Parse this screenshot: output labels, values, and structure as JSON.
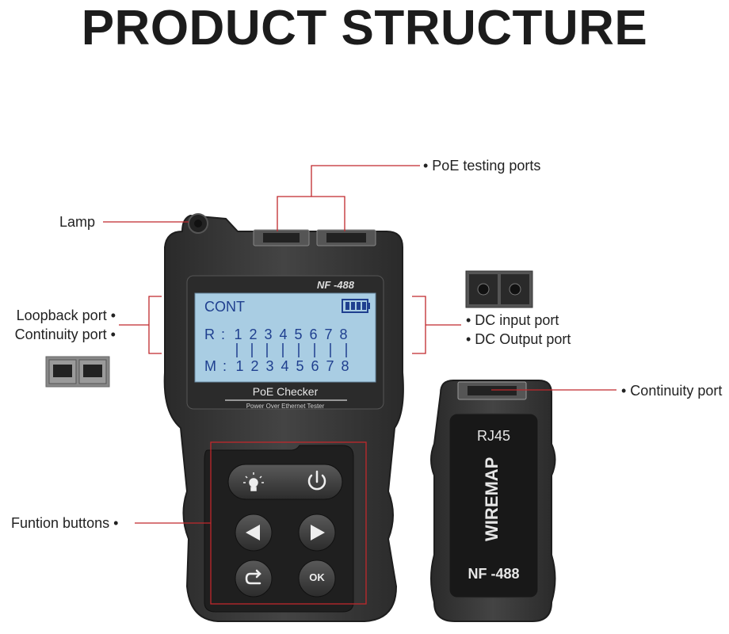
{
  "title": "PRODUCT STRUCTURE",
  "labels": {
    "poe_testing_ports": "• PoE testing ports",
    "lamp": "Lamp",
    "loopback_port": "Loopback port •",
    "continuity_port_left": "Continuity port •",
    "dc_input_port": "• DC input port",
    "dc_output_port": "• DC Output port",
    "continuity_port_right": "• Continuity port",
    "function_buttons": "Funtion buttons •"
  },
  "device": {
    "model": "NF -488",
    "screen_mode": "CONT",
    "row_r_label": "R",
    "row_m_label": "M",
    "pins": [
      "1",
      "2",
      "3",
      "4",
      "5",
      "6",
      "7",
      "8"
    ],
    "name": "PoE Checker",
    "subtitle": "Power Over Ethernet Tester"
  },
  "remote": {
    "label_top": "RJ45",
    "label_vertical": "WIREMAP",
    "model": "NF -488"
  },
  "buttons": [
    "lamp",
    "power",
    "left",
    "right",
    "return",
    "ok"
  ],
  "colors": {
    "callout_red": "#c0282c",
    "device_body": "#3a3a3a",
    "screen_bg": "#a9cde3",
    "screen_text": "#1f3f8f"
  }
}
